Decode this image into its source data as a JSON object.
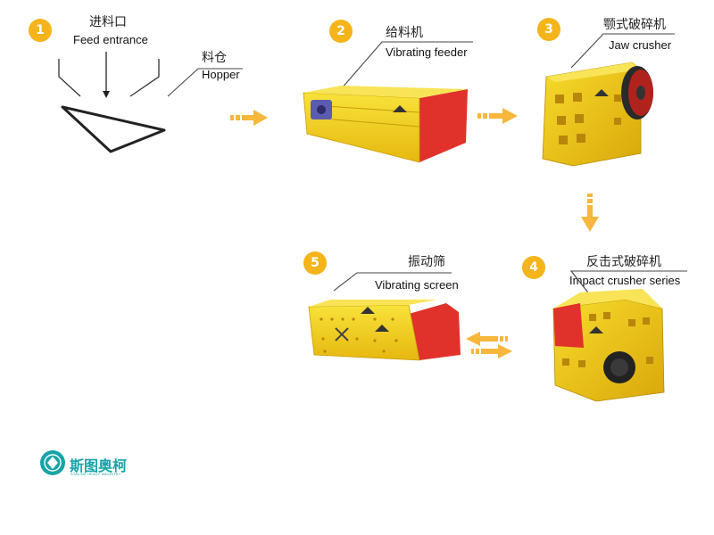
{
  "steps": [
    {
      "number": "1",
      "zh": "进料口",
      "en": "Feed entrance"
    },
    {
      "number": "2",
      "zh": "给料机",
      "en": "Vibrating feeder"
    },
    {
      "number": "3",
      "zh": "颚式破碎机",
      "en": "Jaw crusher"
    },
    {
      "number": "4",
      "zh": "反击式破碎机",
      "en": "Impact crusher series"
    },
    {
      "number": "5",
      "zh": "振动筛",
      "en": "Vibrating screen"
    }
  ],
  "hopper": {
    "zh": "料仓",
    "en": "Hopper"
  },
  "logo": {
    "name": "斯图奥柯",
    "tagline": "STALINK HEAVY INDUSTRY"
  },
  "colors": {
    "badge": "#f4b41a",
    "machine_yellow": "#f2d21c",
    "machine_red": "#e0312a",
    "arrow": "#f6b73c",
    "logo": "#17a4a8"
  }
}
